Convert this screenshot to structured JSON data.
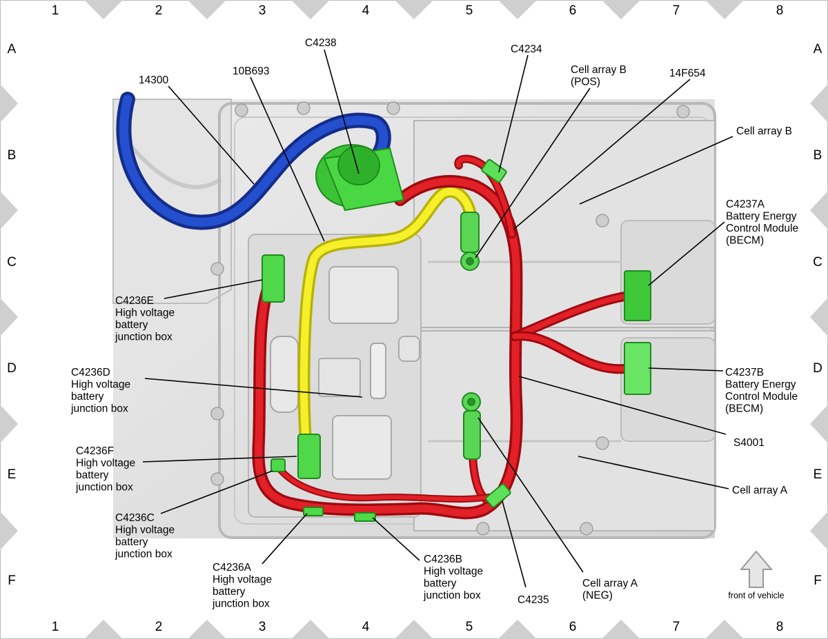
{
  "grid": {
    "columns": [
      "1",
      "2",
      "3",
      "4",
      "5",
      "6",
      "7",
      "8"
    ],
    "rows": [
      "A",
      "B",
      "C",
      "D",
      "E",
      "F"
    ]
  },
  "callouts": {
    "c14300": [
      "14300"
    ],
    "c10b693": [
      "10B693"
    ],
    "c4238": [
      "C4238"
    ],
    "c4234": [
      "C4234"
    ],
    "cell_array_b_pos": [
      "Cell array B",
      "(POS)"
    ],
    "c14f654": [
      "14F654"
    ],
    "cell_array_b": [
      "Cell array B"
    ],
    "c4237a": [
      "C4237A",
      "Battery Energy",
      "Control Module",
      "(BECM)"
    ],
    "c4236e": [
      "C4236E",
      "High voltage",
      "battery",
      "junction box"
    ],
    "c4236d": [
      "C4236D",
      "High voltage",
      "battery",
      "junction box"
    ],
    "c4237b": [
      "C4237B",
      "Battery Energy",
      "Control Module",
      "(BECM)"
    ],
    "s4001": [
      "S4001"
    ],
    "c4236f": [
      "C4236F",
      "High voltage",
      "battery",
      "junction box"
    ],
    "cell_array_a": [
      "Cell array A"
    ],
    "c4236c": [
      "C4236C",
      "High voltage",
      "battery",
      "junction box"
    ],
    "c4236a": [
      "C4236A",
      "High voltage",
      "battery",
      "junction box"
    ],
    "c4236b": [
      "C4236B",
      "High voltage",
      "battery",
      "junction box"
    ],
    "cell_array_a_neg": [
      "Cell array A",
      "(NEG)"
    ],
    "c4235": [
      "C4235"
    ]
  },
  "front_of_vehicle": "front of vehicle",
  "colors": {
    "cable_blue": "#1d3fb5",
    "cable_red": "#d8141c",
    "cable_yellow": "#f2ee18",
    "connector_green": "#3fd03a",
    "tray_gray": "#dedede"
  },
  "icons": {
    "front_arrow": "up-arrow-icon"
  }
}
